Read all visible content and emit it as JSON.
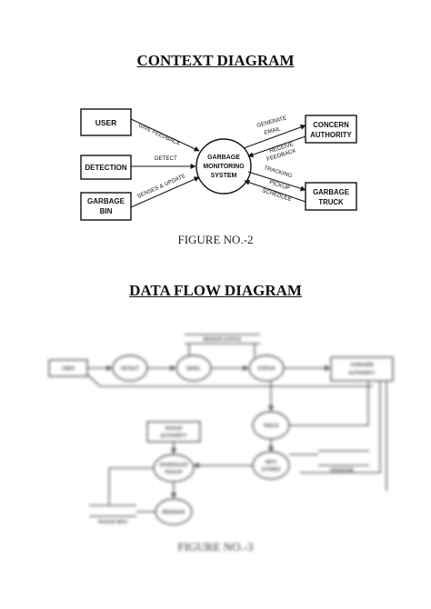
{
  "context": {
    "title": "CONTEXT DIAGRAM",
    "caption": "FIGURE NO.-2",
    "entities": {
      "user": "USER",
      "detection": "DETECTION",
      "garbage_bin_1": "GARBAGE",
      "garbage_bin_2": "BIN",
      "concern_1": "CONCERN",
      "concern_2": "AUTHORITY",
      "truck_1": "GARBAGE",
      "truck_2": "TRUCK"
    },
    "process": [
      "GARBAGE",
      "MONITORING",
      "SYSTEM"
    ],
    "flows": {
      "give_feedback": "GIVE FEEDBACK",
      "detect": "DETECT",
      "senses_update": "SENSES & UPDATE",
      "generate_email_1": "GENERATE",
      "generate_email_2": "EMAIL",
      "receive_feedback_1": "RECEIVE",
      "receive_feedback_2": "FEEDBACK",
      "tracking": "TRACKING",
      "pickup_schedule_1": "PICKUP",
      "pickup_schedule_2": "SCHEDULE"
    }
  },
  "dfd": {
    "title": "DATA FLOW DIAGRAM",
    "caption": "FIGURE NO.-3",
    "labels": {
      "sensor_status": "SENSOR STATUS",
      "user": "USER",
      "detect": "DETECT",
      "email": "EMAIL",
      "status": "STATUS",
      "concern_1": "CONCERN",
      "concern_2": "AUTHORITY",
      "track": "TRACK",
      "pickup_auth_1": "PICKUP",
      "pickup_auth_2": "AUTHORITY",
      "scheduled_1": "SCHEDULED",
      "scheduled_2": "PICKUP",
      "info_1": "INFO",
      "info_2": "STORED",
      "updation": "UPDATION",
      "message": "MESSAGE",
      "pickup_info": "PICKUP INFO"
    }
  }
}
